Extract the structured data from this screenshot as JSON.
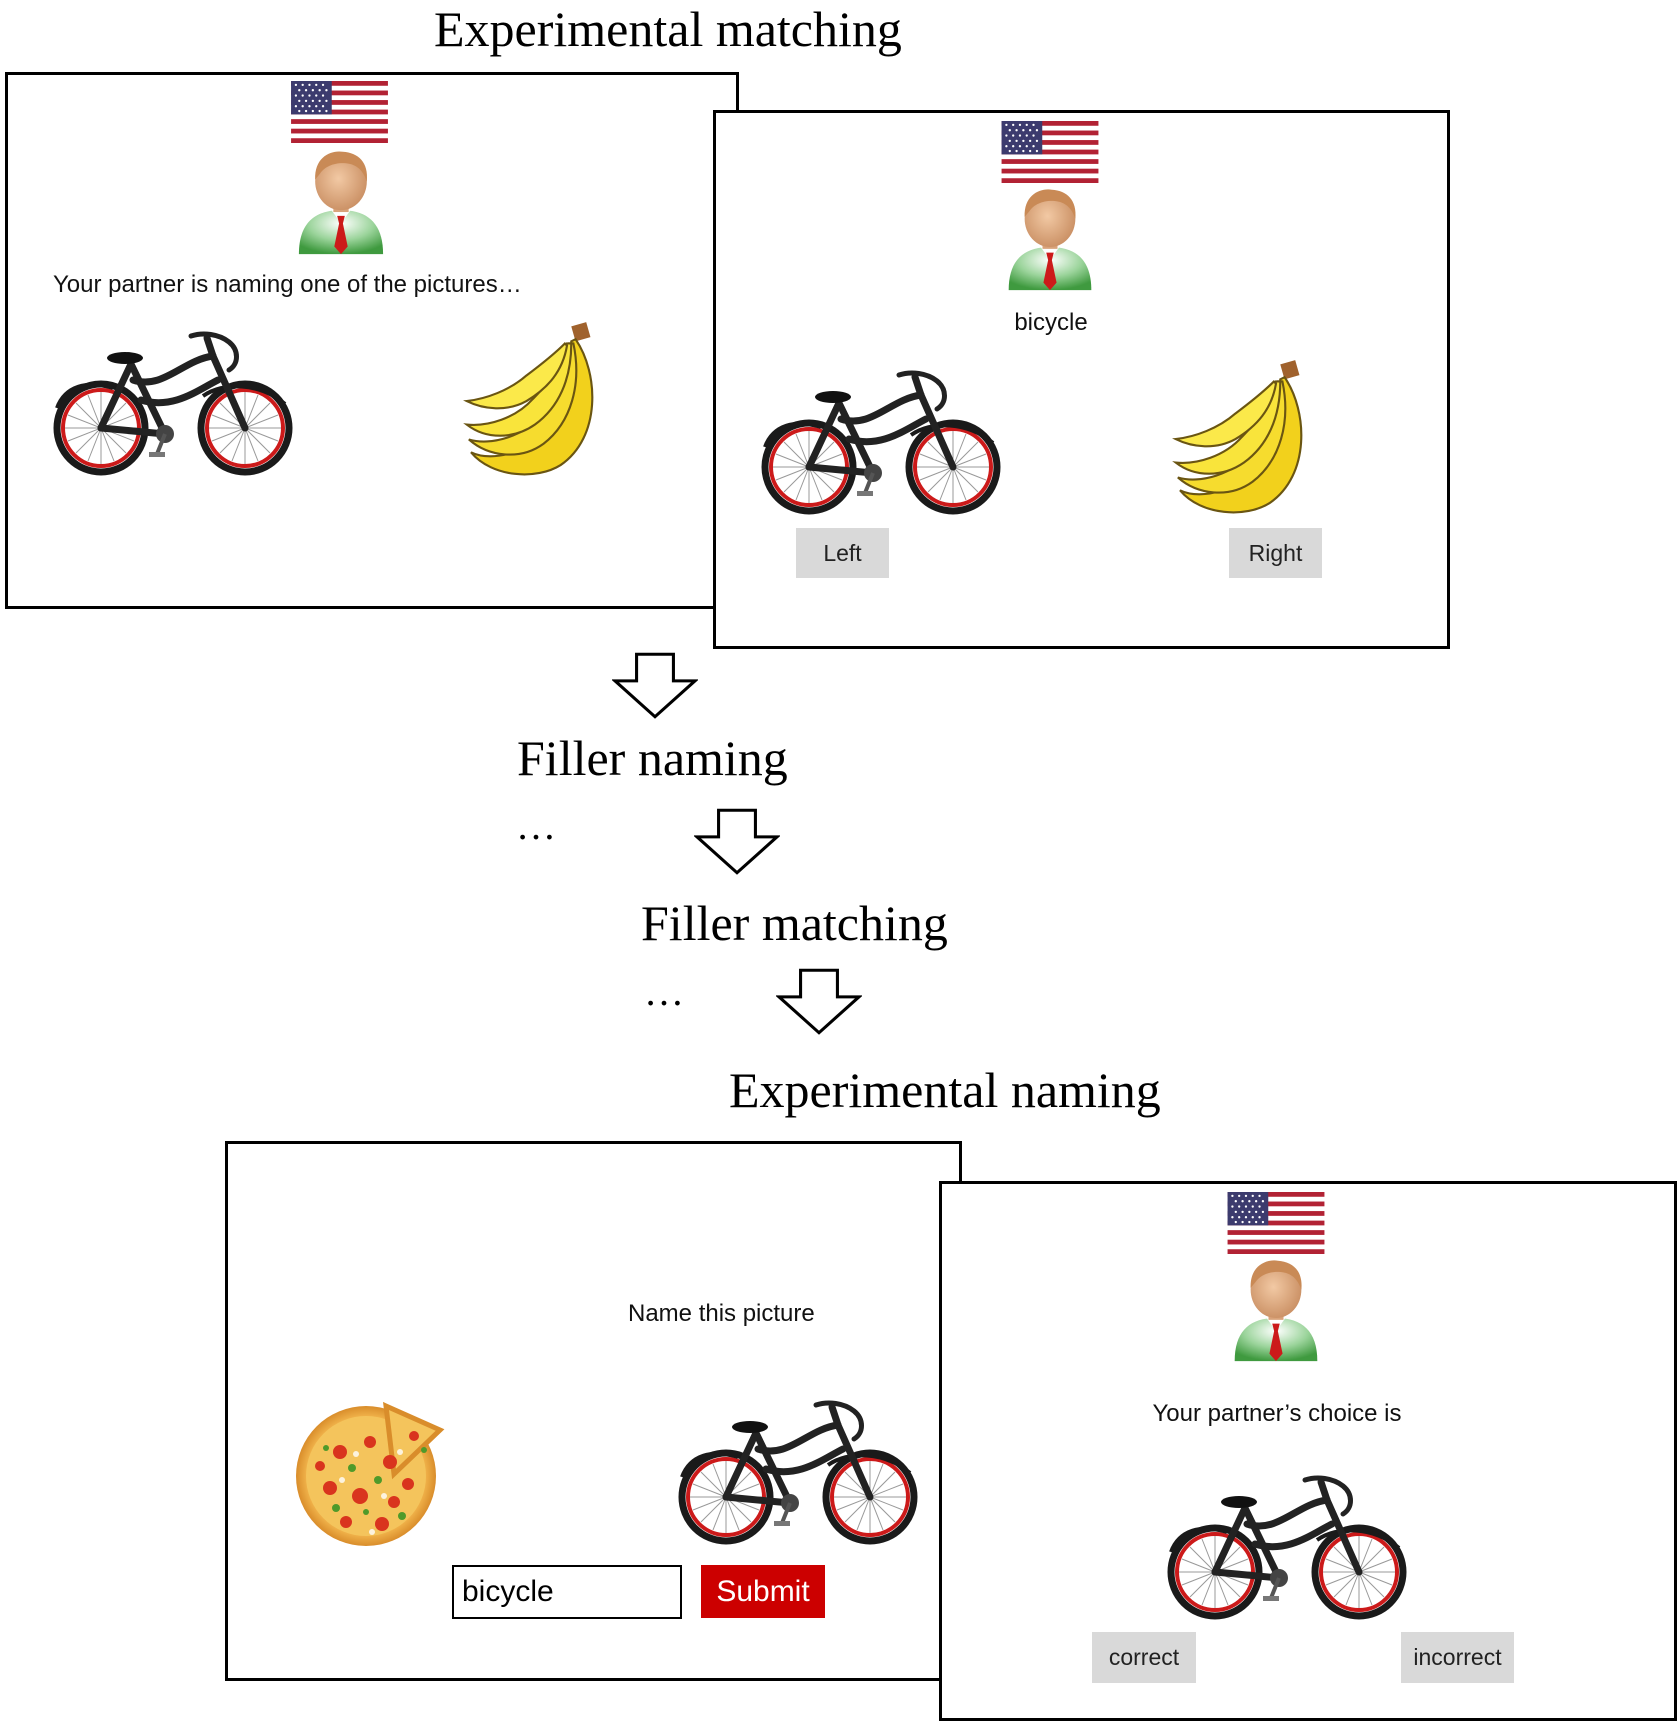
{
  "stages": {
    "experimental_matching": "Experimental matching",
    "filler_naming": "Filler naming",
    "filler_matching": "Filler matching",
    "experimental_naming": "Experimental naming",
    "ellipsis": "…"
  },
  "screen_waiting": {
    "status_text": "Your partner is naming one of the pictures…",
    "left_picture": "bicycle",
    "right_picture": "banana"
  },
  "screen_matching": {
    "partner_word": "bicycle",
    "left_button": "Left",
    "right_button": "Right"
  },
  "screen_naming": {
    "prompt": "Name this picture",
    "input_value": "bicycle",
    "submit_label": "Submit"
  },
  "screen_feedback": {
    "choice_text": "Your partner’s choice is",
    "correct_button": "correct",
    "incorrect_button": "incorrect"
  },
  "colors": {
    "submit_red": "#cc0000",
    "button_gray": "#d9d9d9",
    "flag_red": "#b22234",
    "flag_blue": "#3c3b6e"
  }
}
